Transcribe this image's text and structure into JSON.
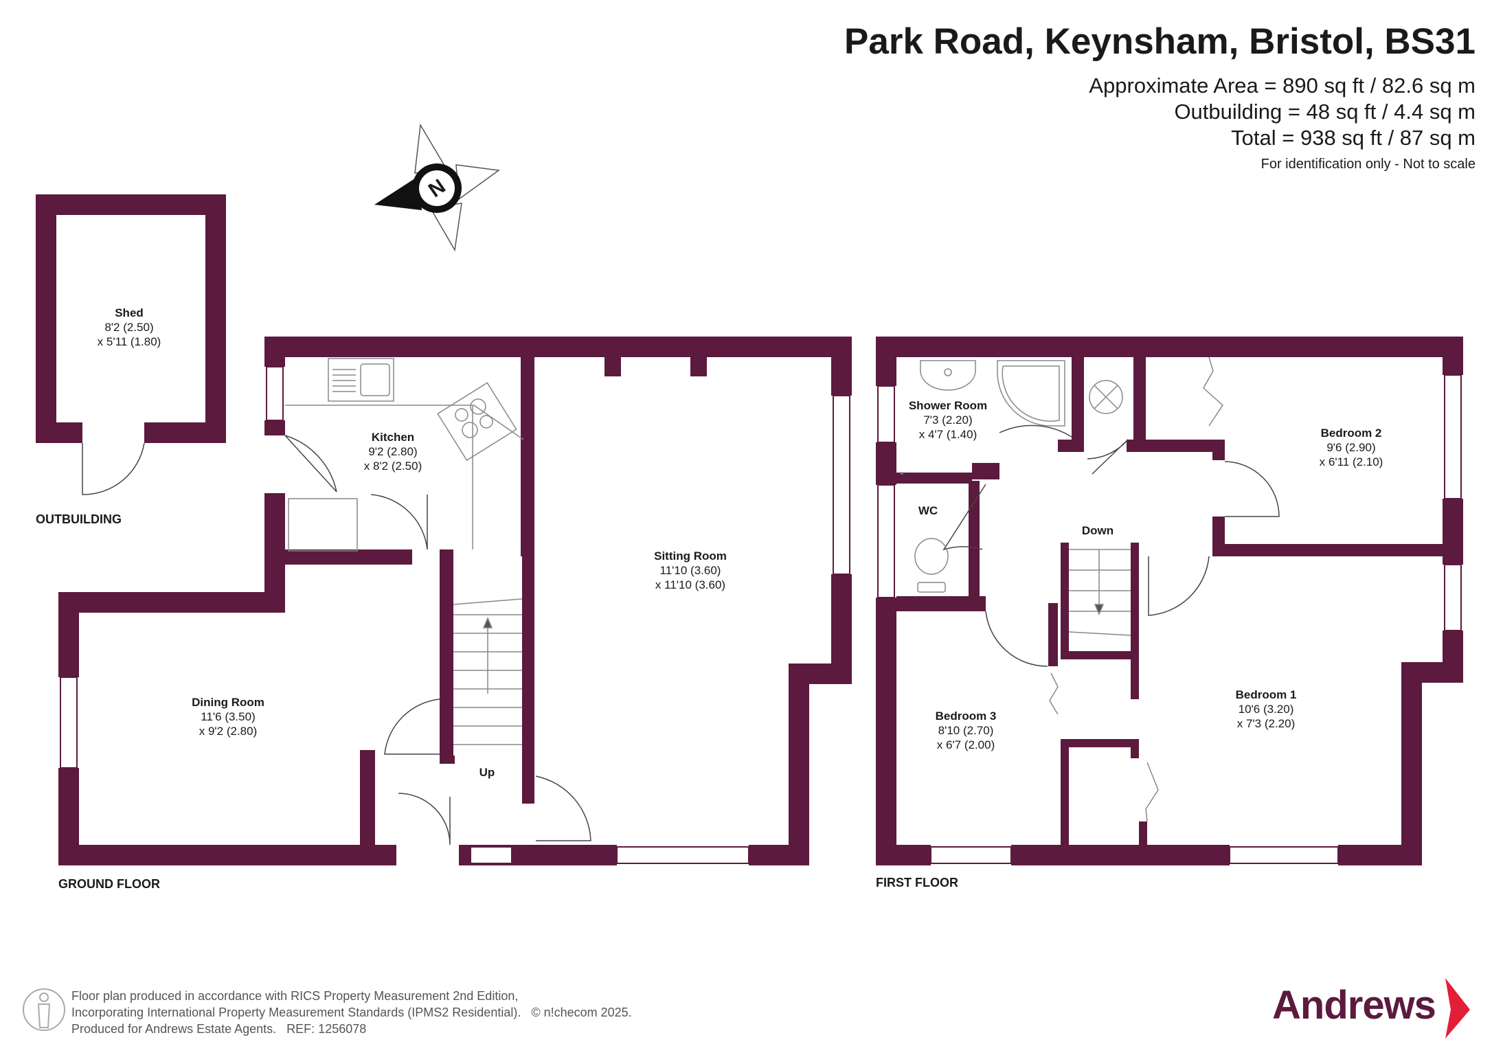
{
  "header": {
    "title": "Park Road, Keynsham, Bristol, BS31",
    "approx_area": "Approximate Area = 890 sq ft / 82.6 sq m",
    "outbuilding_area": "Outbuilding = 48 sq ft / 4.4 sq m",
    "total_area": "Total = 938 sq ft / 87 sq m",
    "note": "For identification only - Not to scale"
  },
  "compass": {
    "letter": "N"
  },
  "floors": {
    "outbuilding": "OUTBUILDING",
    "ground": "GROUND FLOOR",
    "first": "FIRST FLOOR"
  },
  "rooms": {
    "shed": {
      "name": "Shed",
      "dim1": "8'2 (2.50)",
      "dim2": "x 5'11 (1.80)"
    },
    "kitchen": {
      "name": "Kitchen",
      "dim1": "9'2 (2.80)",
      "dim2": "x 8'2 (2.50)"
    },
    "sitting": {
      "name": "Sitting Room",
      "dim1": "11'10 (3.60)",
      "dim2": "x 11'10 (3.60)"
    },
    "dining": {
      "name": "Dining Room",
      "dim1": "11'6 (3.50)",
      "dim2": "x 9'2 (2.80)"
    },
    "shower": {
      "name": "Shower Room",
      "dim1": "7'3 (2.20)",
      "dim2": "x 4'7 (1.40)"
    },
    "wc": {
      "name": "WC"
    },
    "bedroom2": {
      "name": "Bedroom 2",
      "dim1": "9'6 (2.90)",
      "dim2": "x 6'11 (2.10)"
    },
    "bedroom3": {
      "name": "Bedroom 3",
      "dim1": "8'10 (2.70)",
      "dim2": "x 6'7 (2.00)"
    },
    "bedroom1": {
      "name": "Bedroom 1",
      "dim1": "10'6 (3.20)",
      "dim2": "x 7'3 (2.20)"
    }
  },
  "stairs": {
    "up": "Up",
    "down": "Down"
  },
  "footer": {
    "line1": "Floor plan produced in accordance with RICS Property Measurement 2nd Edition,",
    "line2": "Incorporating International Property Measurement Standards (IPMS2 Residential).   © n!checom 2025.",
    "line3": "Produced for Andrews Estate Agents.   REF: 1256078"
  },
  "brand": {
    "name": "Andrews"
  },
  "colors": {
    "wall": "#5b1a3e",
    "text": "#1a1a1a",
    "fixture": "#888888"
  }
}
